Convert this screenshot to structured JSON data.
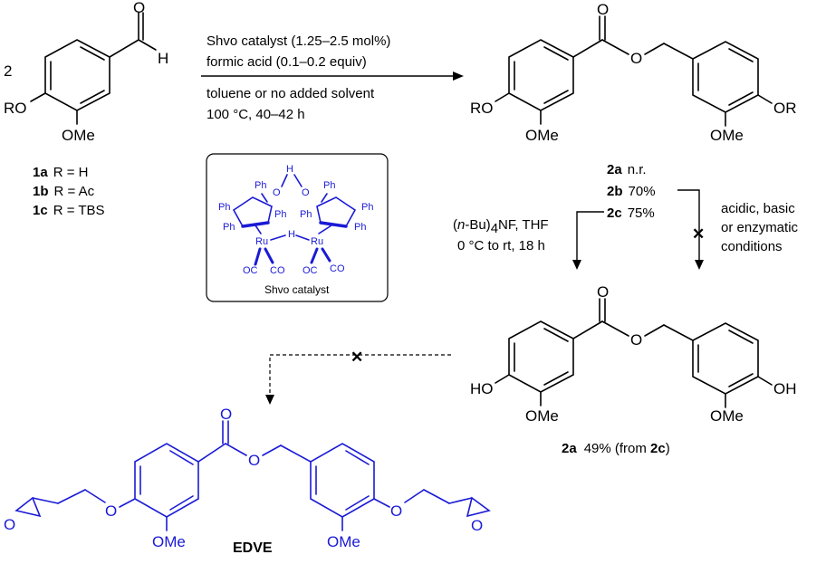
{
  "reactant": {
    "stoich": "2",
    "aldehyde_h": "H",
    "ro": "RO",
    "ome": "OMe",
    "labels": [
      {
        "id": "1a",
        "text": "R = H"
      },
      {
        "id": "1b",
        "text": "R = Ac"
      },
      {
        "id": "1c",
        "text": "R = TBS"
      }
    ]
  },
  "conditions_top": {
    "line1": "Shvo catalyst (1.25–2.5 mol%)",
    "line2": "formic acid (0.1–0.2  equiv)",
    "line3": "toluene or no added solvent",
    "line4": "100 °C, 40–42 h"
  },
  "catalyst": {
    "caption": "Shvo catalyst",
    "ph": "Ph",
    "o": "O",
    "h": "H",
    "ru": "Ru",
    "co": "OC",
    "co2": "CO"
  },
  "product_top": {
    "ro_left": "RO",
    "or_right": "OR",
    "ome": "OMe",
    "o_carbonyl": "O",
    "o_ester": "O",
    "yields": [
      {
        "id": "2a",
        "text": "n.r."
      },
      {
        "id": "2b",
        "text": "70%"
      },
      {
        "id": "2c",
        "text": "75%"
      }
    ]
  },
  "deprotect": {
    "line1_a": "(",
    "line1_n": "n",
    "line1_b": "-Bu)",
    "line1_sub": "4",
    "line1_c": "NF, THF",
    "line2": "0 °C to rt, 18 h"
  },
  "failed": {
    "line1": "acidic, basic",
    "line2": "or enzymatic",
    "line3": "conditions",
    "mark": "✕"
  },
  "product_mid": {
    "ho_left": "HO",
    "oh_right": "OH",
    "ome": "OMe",
    "o": "O",
    "caption_id": "2a",
    "caption_text": "49% (from ",
    "caption_ref": "2c",
    "caption_end": ")"
  },
  "edve": {
    "label": "EDVE",
    "o": "O",
    "ome": "OMe",
    "mark": "✕"
  }
}
